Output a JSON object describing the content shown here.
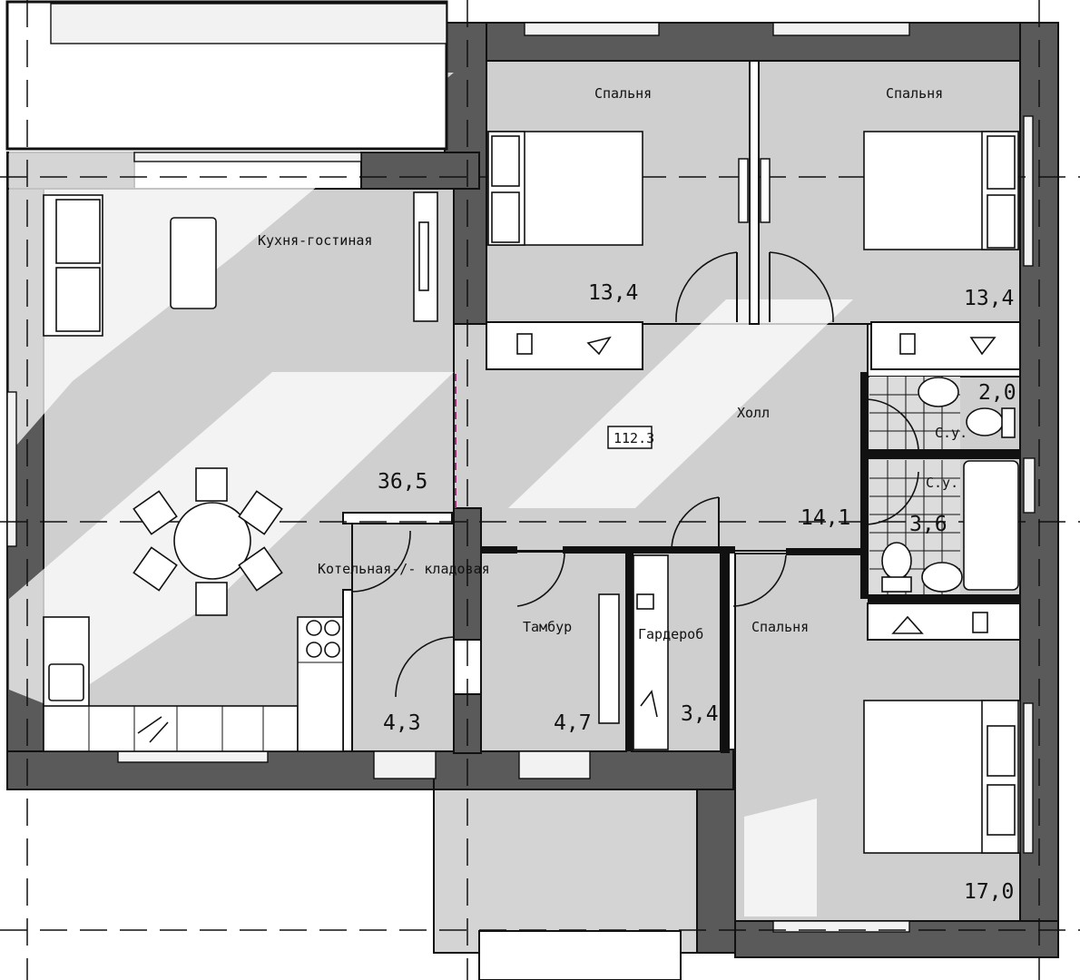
{
  "plan": {
    "total_area": "112.3",
    "rooms": [
      {
        "key": "bed1",
        "name": "Спальня",
        "area": "13,4"
      },
      {
        "key": "bed2",
        "name": "Спальня",
        "area": "13,4"
      },
      {
        "key": "kitchen",
        "name": "Кухня-гостиная",
        "area": "36,5"
      },
      {
        "key": "hall",
        "name": "Холл",
        "area": "14,1"
      },
      {
        "key": "wc1",
        "name": "С.у.",
        "area": "2,0"
      },
      {
        "key": "wc2",
        "name": "С.у.",
        "area": "3,6"
      },
      {
        "key": "boiler",
        "name": "Котельная-/- кладовая",
        "area": "4,3"
      },
      {
        "key": "vestibule",
        "name": "Тамбур",
        "area": "4,7"
      },
      {
        "key": "wardrobe",
        "name": "Гардероб",
        "area": "3,4"
      },
      {
        "key": "bed3",
        "name": "Спальня",
        "area": "17,0"
      }
    ]
  }
}
